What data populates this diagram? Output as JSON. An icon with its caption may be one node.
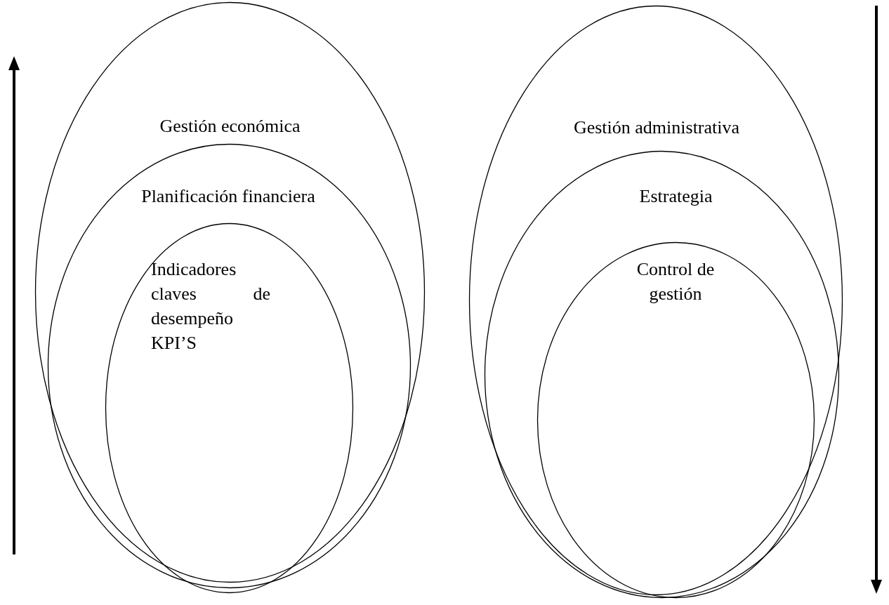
{
  "diagram": {
    "nodes": [
      {
        "text": [
          "Gestión económica"
        ]
      },
      {
        "text": [
          "Planificación financiera"
        ],
        "in": 0
      },
      {
        "text": [
          "Indicadores claves de desempeño KPI’S"
        ],
        "in": 1
      },
      {
        "text": [
          "Gestión administrativa"
        ]
      },
      {
        "text": [
          "Estrategia"
        ],
        "in": 3
      },
      {
        "text": [
          "Control de gestión"
        ],
        "in": 4
      }
    ]
  }
}
